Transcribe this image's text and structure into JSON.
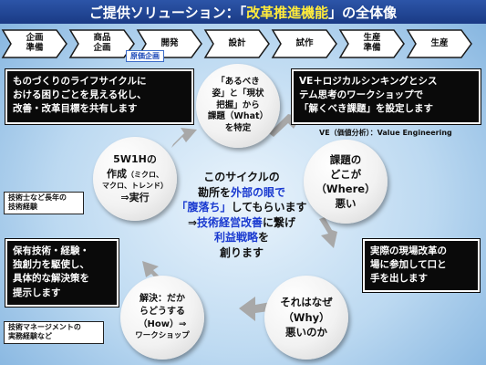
{
  "title": {
    "prefix": "ご提供ソリューション：「",
    "highlight": "改革推進機能",
    "suffix": "」の全体像"
  },
  "process_steps": [
    {
      "line1": "企画",
      "line2": "準備"
    },
    {
      "line1": "商品",
      "line2": "企画"
    },
    {
      "line1": "開発",
      "line2": ""
    },
    {
      "line1": "設計",
      "line2": ""
    },
    {
      "line1": "試作",
      "line2": ""
    },
    {
      "line1": "生産",
      "line2": "準備"
    },
    {
      "line1": "生産",
      "line2": ""
    }
  ],
  "cost_tag": "原価企画",
  "boxes": {
    "top_left": [
      "ものづくりのライフサイクルに",
      "おける困りごとを見える化し、",
      "改善・改革目標を共有します"
    ],
    "top_right": [
      "VE＋ロジカルシンキングとシス",
      "テム思考のワークショップで",
      "「解くべき課題」を設定します"
    ],
    "mid_left": [
      "保有技術・経験・",
      "独創力を駆使し、",
      "具体的な解決策を",
      "提示します"
    ],
    "mid_right": [
      "実際の現場改革の",
      "場に参加して口と",
      "手を出します"
    ]
  },
  "notes": {
    "engineer": [
      "技術士など長年の",
      "技術経験"
    ],
    "management": [
      "技術マネージメントの",
      "実務経験など"
    ],
    "ve": "VE（価値分析）：Value Engineering"
  },
  "circles": {
    "top": [
      "「あるべき",
      "姿」と「現状",
      "把握」から",
      "課題（What）",
      "を特定"
    ],
    "right": [
      "課題の",
      "どこが",
      "（Where）",
      "悪い"
    ],
    "bottom_right": [
      "それはなぜ",
      "（Why）",
      "悪いのか"
    ],
    "bottom_left": [
      "解決：だか",
      "らどうする",
      "（How）⇒",
      "ワークショップ"
    ],
    "left_head": "5W1Hの",
    "left_mid": "作成",
    "left_small1": "（ミクロ、",
    "left_small2": "マクロ、トレンド）",
    "left_tail": "⇒実行"
  },
  "center": {
    "l1": "このサイクルの",
    "l2a": "勘所を",
    "l2b": "外部の眼で",
    "l3a": "「腹落ち」",
    "l3b": "してもらいます",
    "l4a": "⇒",
    "l4b": "技術経営改善",
    "l4c": "に繋げ",
    "l5a": "利益戦略",
    "l5b": "を",
    "l6": "創ります"
  },
  "colors": {
    "title_bg": "#1a3a85",
    "highlight": "#ffeb3b",
    "accent_blue": "#1a3ad0",
    "box_bg": "#0a0a0a",
    "arrow": "#a8a8a8"
  }
}
